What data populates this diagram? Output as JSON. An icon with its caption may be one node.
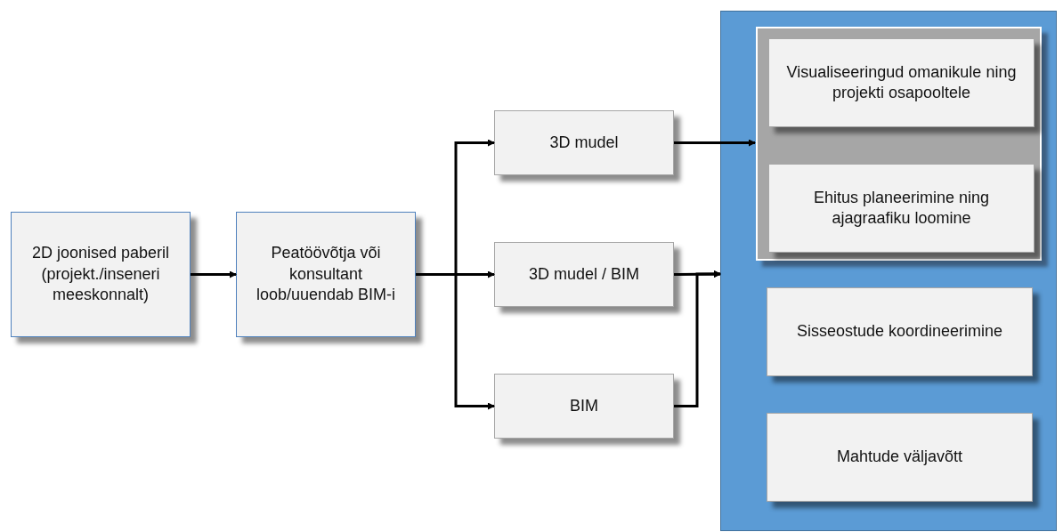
{
  "diagram": {
    "nodes": [
      {
        "text": [
          "2D joonised paberil (projekt./inseneri meeskonnalt)"
        ]
      },
      {
        "text": [
          "Peatöövõtja või konsultant loob/uuendab BIM-i"
        ]
      },
      {
        "text": [
          "3D mudel"
        ]
      },
      {
        "text": [
          "3D mudel / BIM"
        ]
      },
      {
        "text": [
          "BIM"
        ]
      },
      {
        "text": [],
        "shape": "box"
      },
      {
        "text": [],
        "shape": "box",
        "in": 5
      },
      {
        "text": [
          "Visualiseeringud omanikule ning projekti osapooltele"
        ],
        "in": 6
      },
      {
        "text": [
          "Ehitus planeerimine ning ajagraafiku loomine"
        ],
        "in": 6
      },
      {
        "text": [
          "Sisseostude koordineerimine"
        ],
        "in": 5
      },
      {
        "text": [
          "Mahtude väljavõtt"
        ],
        "in": 5
      }
    ],
    "edges": [
      {
        "from": 0,
        "to": 1,
        "arrow": "to"
      },
      {
        "from": 1,
        "to": 2,
        "arrow": "to"
      },
      {
        "from": 1,
        "to": 3,
        "arrow": "to"
      },
      {
        "from": 1,
        "to": 4,
        "arrow": "to"
      },
      {
        "from": 2,
        "to": 6,
        "arrow": "to"
      },
      {
        "from": 3,
        "to": 5,
        "arrow": "to"
      },
      {
        "from": 4,
        "to": 5,
        "arrow": "to"
      }
    ]
  }
}
